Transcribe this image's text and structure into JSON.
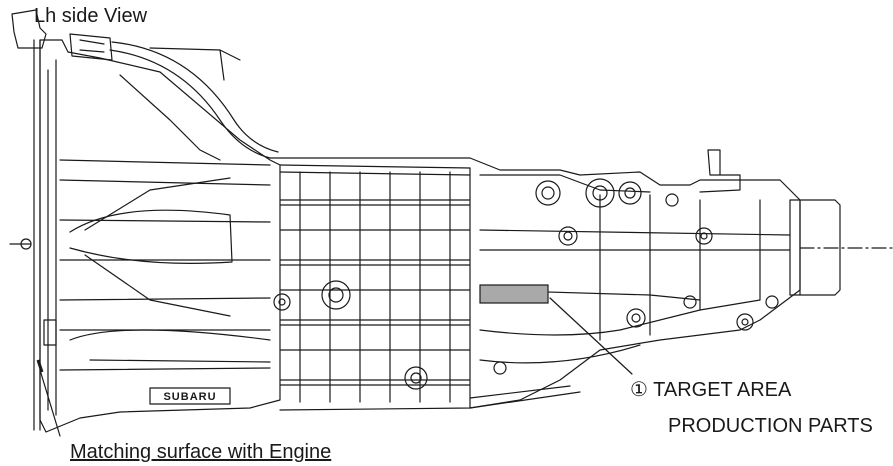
{
  "labels": {
    "view": "Lh side View",
    "target_marker": "①",
    "target_area": "TARGET AREA",
    "production_parts": "PRODUCTION PARTS",
    "matching_surface": "Matching surface with Engine"
  },
  "logo": {
    "text": "SUBARU"
  },
  "colors": {
    "line": "#1a1a1a",
    "target_fill": "#a9a9a9",
    "background": "#ffffff"
  }
}
